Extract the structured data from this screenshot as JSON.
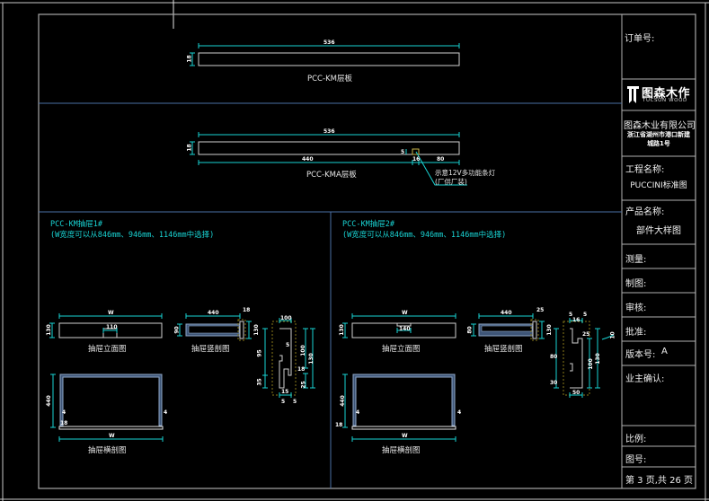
{
  "title_block": {
    "order_no_label": "订单号:",
    "brand_name": "图森木作",
    "brand_sub": "TUCSON WOOD",
    "company": "图森木业有限公司",
    "address_line1": "浙江省湖州市港口新建",
    "address_line2": "城路1号",
    "project_label": "工程名称:",
    "project_value": "PUCCINI标准图",
    "product_label": "产品名称:",
    "product_value": "部件大样图",
    "measure_label": "测量:",
    "draw_label": "制图:",
    "review_label": "审核:",
    "approve_label": "批准:",
    "version_label": "版本号:",
    "version_value": "A",
    "owner_confirm_label": "业主确认:",
    "scale_label": "比例:",
    "drawing_no_label": "图号:",
    "page_info": "第 3 页,共 26 页"
  },
  "drawings": {
    "shelf": {
      "caption": "PCC-KM层板",
      "dim_width": "536",
      "dim_height": "18"
    },
    "shelf_light": {
      "caption": "PCC-KMA层板",
      "dim_width": "536",
      "dim_height": "18",
      "dim_left": "440",
      "dim_slot": "16",
      "dim_right": "80",
      "dim_slot_depth": "5",
      "note_line1": "示意12V多功能条灯",
      "note_line2": "(厂供厂装)"
    },
    "drawer1": {
      "title": "PCC-KM抽屉1#",
      "subtitle": "(W宽度可以从846mm、946mm、1146mm中选择)",
      "elevation_caption": "抽屉立面图",
      "elevation_dim_w": "W",
      "elevation_dim_h": "130",
      "elevation_dim_handle": "110",
      "vsection_caption": "抽屉竖剖图",
      "vsection_dim_depth": "440",
      "vsection_dim_h": "90",
      "vsection_dim_front": "18",
      "vsection_dim_side": "130",
      "hsection_caption": "抽屉横剖图",
      "hsection_dim_w": "W",
      "hsection_dim_depth": "440",
      "hsection_dim_side": "4",
      "hsection_dim_corner": "18",
      "profile_dims": [
        "100",
        "5",
        "95",
        "35",
        "18",
        "100",
        "130",
        "25",
        "15",
        "5",
        "5"
      ]
    },
    "drawer2": {
      "title": "PCC-KM抽屉2#",
      "subtitle": "(W宽度可以从846mm、946mm、1146mm中选择)",
      "elevation_caption": "抽屉立面图",
      "elevation_dim_w": "W",
      "elevation_dim_h": "130",
      "elevation_dim_handle": "140",
      "vsection_caption": "抽屉竖剖图",
      "vsection_dim_depth": "440",
      "vsection_dim_h": "80",
      "vsection_dim_front": "25",
      "vsection_dim_side": "130",
      "hsection_caption": "抽屉横剖图",
      "hsection_dim_w": "W",
      "hsection_dim_depth": "440",
      "hsection_dim_side": "4",
      "hsection_dim_corner": "18",
      "profile_dims": [
        "5",
        "16",
        "5",
        "25",
        "80",
        "100",
        "130",
        "10",
        "30",
        "50"
      ]
    }
  },
  "colors": {
    "background": "#000000",
    "frame": "#c8c8c8",
    "divider": "#4a6fa5",
    "dimension": "#19d3d3",
    "object": "#e6e6e6",
    "hidden": "#8a7a1a",
    "section_fill": "#3e5577"
  }
}
